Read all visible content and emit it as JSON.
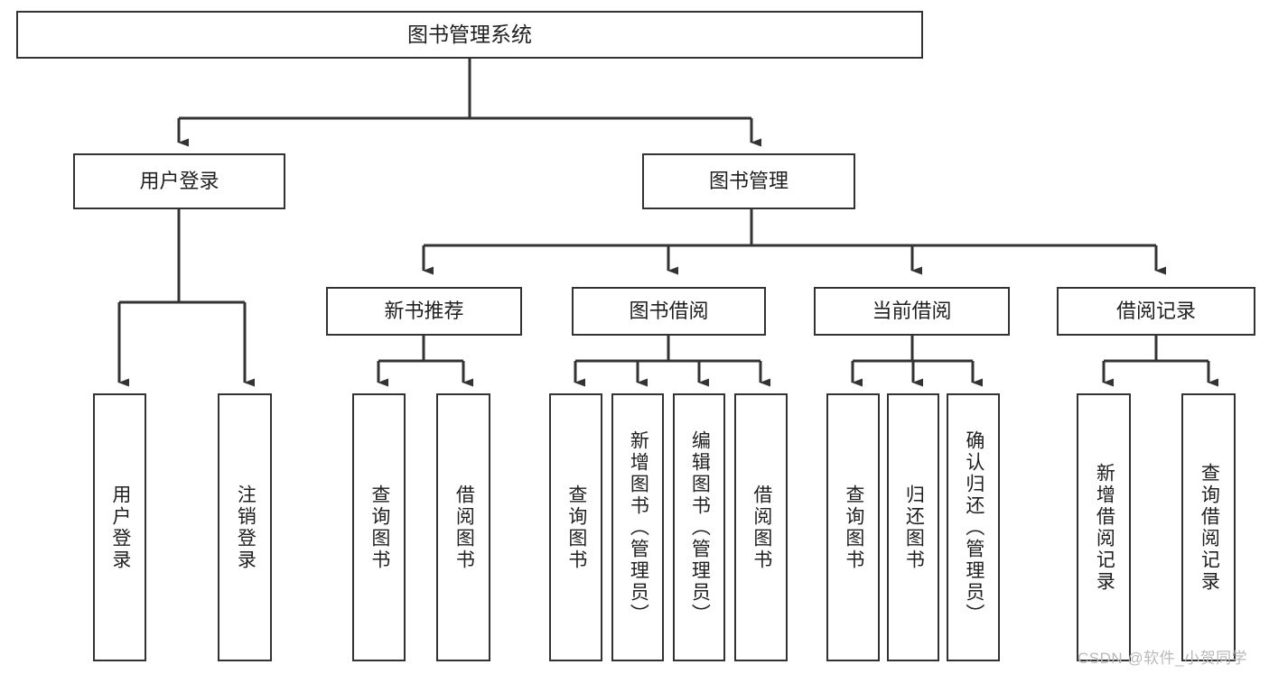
{
  "diagram": {
    "title": "图书管理系统",
    "type": "hierarchy-tree",
    "orientation": "top-down",
    "colors": {
      "box_border": "#333333",
      "box_fill": "#ffffff",
      "connector": "#333333",
      "text": "#1f1f1f",
      "watermark": "#b9b9b9",
      "background": "#ffffff"
    },
    "root": {
      "id": "root",
      "label": "图书管理系统",
      "orientation": "horizontal"
    },
    "level2": [
      {
        "id": "user-login",
        "label": "用户登录",
        "orientation": "horizontal"
      },
      {
        "id": "book-management",
        "label": "图书管理",
        "orientation": "horizontal"
      }
    ],
    "level3": [
      {
        "id": "new-book-recommend",
        "label": "新书推荐",
        "orientation": "horizontal",
        "parent": "book-management"
      },
      {
        "id": "book-borrow",
        "label": "图书借阅",
        "orientation": "horizontal",
        "parent": "book-management"
      },
      {
        "id": "current-borrow",
        "label": "当前借阅",
        "orientation": "horizontal",
        "parent": "book-management"
      },
      {
        "id": "borrow-record",
        "label": "借阅记录",
        "orientation": "horizontal",
        "parent": "book-management"
      }
    ],
    "leaves": [
      {
        "id": "leaf-user-login",
        "label": "用户登录",
        "parent": "user-login"
      },
      {
        "id": "leaf-logout",
        "label": "注销登录",
        "parent": "user-login"
      },
      {
        "id": "leaf-query-book-1",
        "label": "查询图书",
        "parent": "new-book-recommend"
      },
      {
        "id": "leaf-borrow-book-1",
        "label": "借阅图书",
        "parent": "new-book-recommend"
      },
      {
        "id": "leaf-query-book-2",
        "label": "查询图书",
        "parent": "book-borrow"
      },
      {
        "id": "leaf-add-book",
        "label": "新增图书（管理员）",
        "parent": "book-borrow"
      },
      {
        "id": "leaf-edit-book",
        "label": "编辑图书（管理员）",
        "parent": "book-borrow"
      },
      {
        "id": "leaf-borrow-book-2",
        "label": "借阅图书",
        "parent": "book-borrow"
      },
      {
        "id": "leaf-query-book-3",
        "label": "查询图书",
        "parent": "current-borrow"
      },
      {
        "id": "leaf-return-book",
        "label": "归还图书",
        "parent": "current-borrow"
      },
      {
        "id": "leaf-confirm-return",
        "label": "确认归还（管理员）",
        "parent": "current-borrow"
      },
      {
        "id": "leaf-add-record",
        "label": "新增借阅记录",
        "parent": "borrow-record"
      },
      {
        "id": "leaf-query-record",
        "label": "查询借阅记录",
        "parent": "borrow-record"
      }
    ]
  },
  "watermark": {
    "text": "CSDN @软件_小贺同学"
  }
}
